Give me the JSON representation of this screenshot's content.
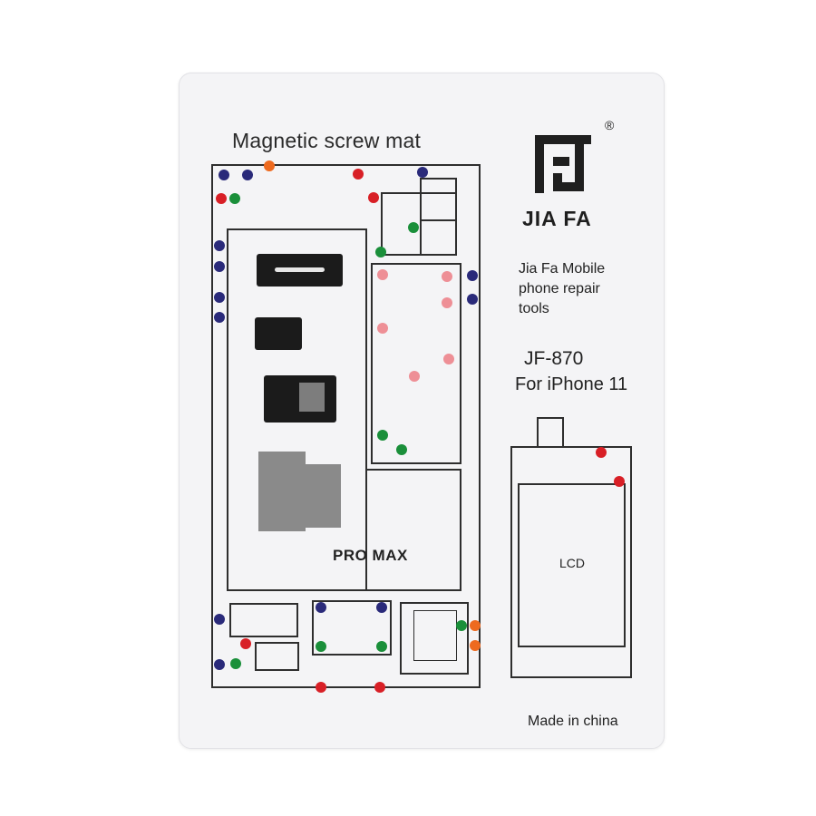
{
  "mat": {
    "title": "Magnetic screw mat",
    "brand": {
      "logo_icon": "fj-logo-icon",
      "name": "JIA FA",
      "registered_mark": "®",
      "tagline": "Jia Fa  Mobile\nphone repair\ntools"
    },
    "model": "JF-870",
    "device": "For iPhone 11",
    "variant_label": "PRO MAX",
    "lcd_label": "LCD",
    "origin": "Made in china"
  },
  "colors": {
    "mat_background": "#f4f4f6",
    "outline": "#2e2e2e",
    "screw_navy": "#2a2a7a",
    "screw_red": "#d81f26",
    "screw_green": "#1a8f3a",
    "screw_orange": "#ee6a1f",
    "screw_pink": "#ee8f96"
  }
}
